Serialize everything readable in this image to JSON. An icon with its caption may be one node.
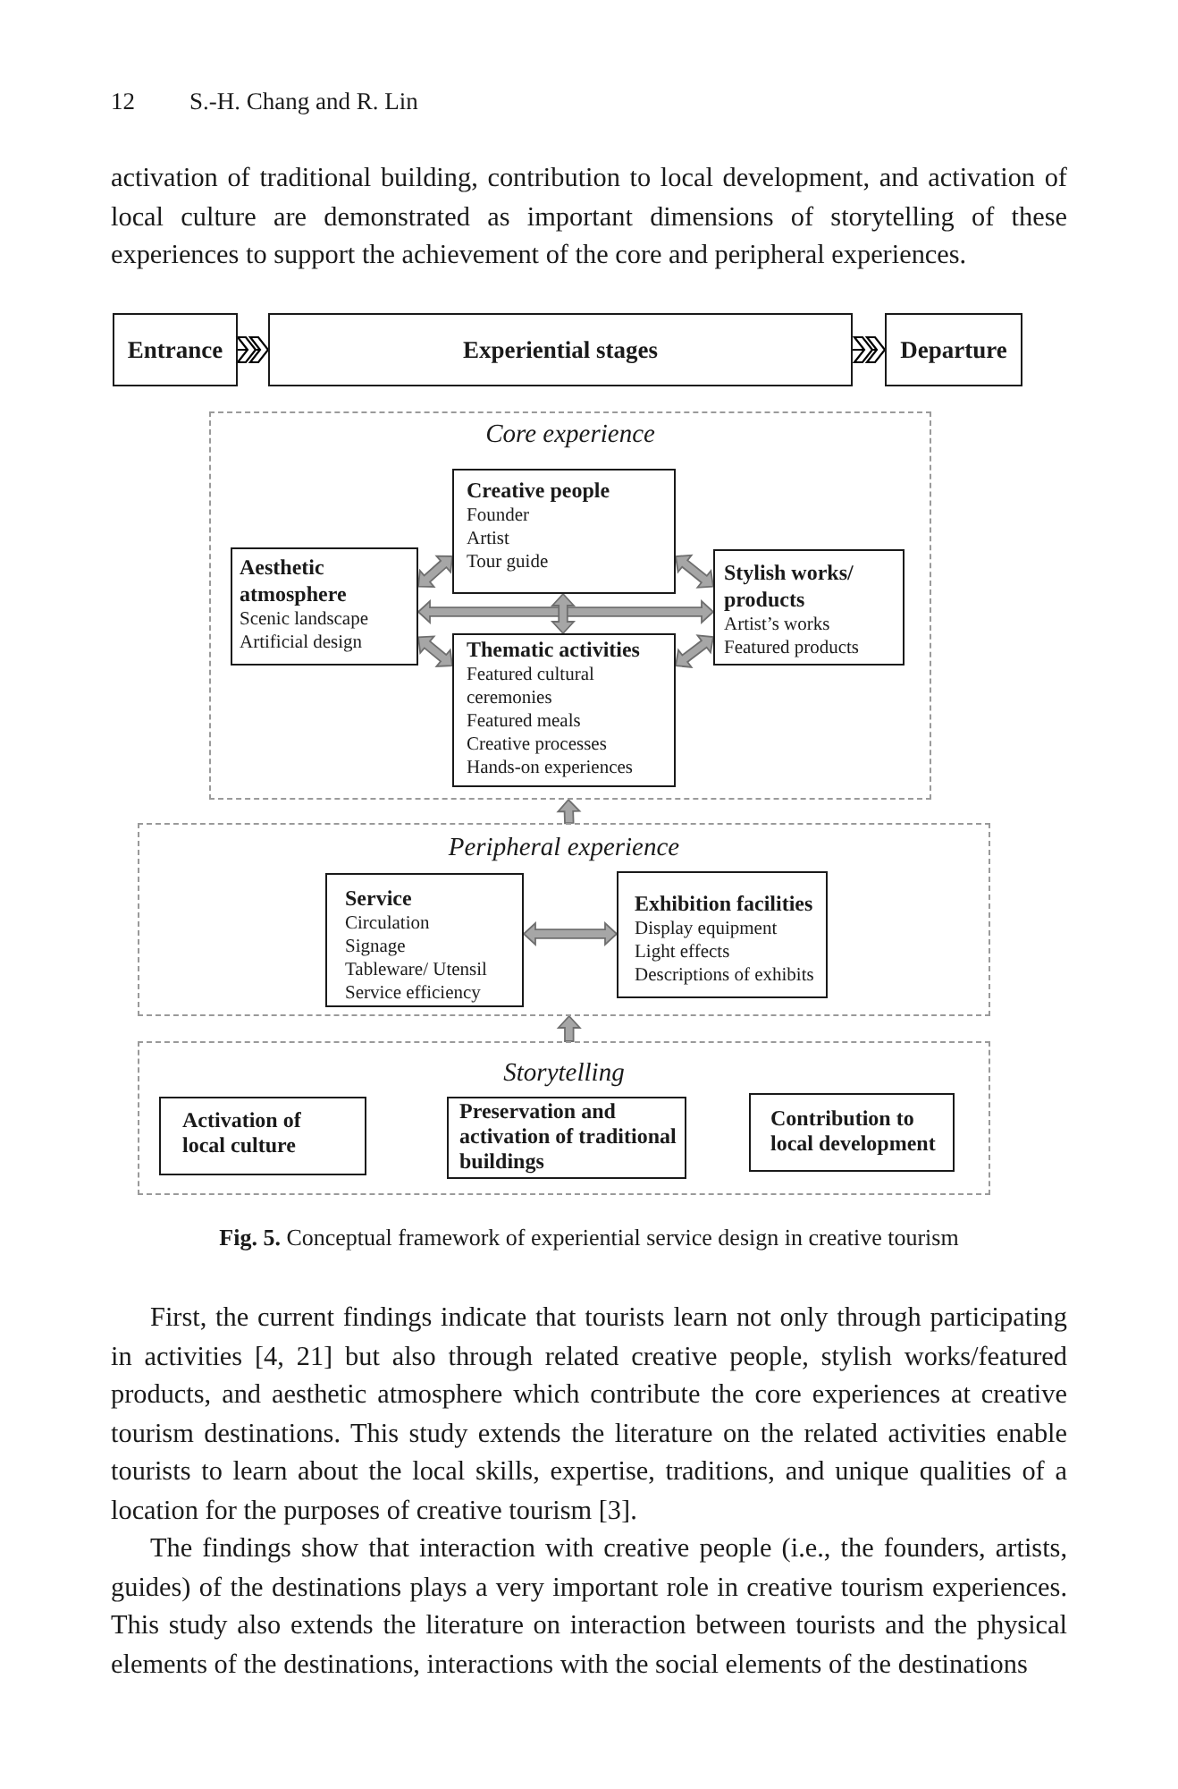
{
  "diagram": {
    "caption": "**Fig. 5.** Conceptual framework of experiential service design in creative tourism",
    "nodes": [
      {
        "text": [
          "Entrance"
        ]
      },
      {
        "text": [
          "Experiential stages"
        ]
      },
      {
        "text": [
          "Departure"
        ]
      },
      {
        "text": [
          "Core experience"
        ]
      },
      {
        "text": [
          "Creative people",
          "Founder",
          "Artist",
          "Tour guide"
        ],
        "in": 3
      },
      {
        "text": [
          "Aesthetic atmosphere",
          "Scenic landscape",
          "Artificial design"
        ],
        "in": 3
      },
      {
        "text": [
          "Stylish works/ products",
          "Artist’s works",
          "Featured products"
        ],
        "in": 3
      },
      {
        "text": [
          "Thematic activities",
          "Featured cultural ceremonies",
          "Featured meals",
          "Creative processes",
          "Hands-on experiences"
        ],
        "in": 3
      },
      {
        "text": [
          "Peripheral experience"
        ]
      },
      {
        "text": [
          "Service",
          "Circulation",
          "Signage",
          "Tableware/ Utensil",
          "Service efficiency"
        ],
        "in": 8
      },
      {
        "text": [
          "Exhibition facilities",
          "Display equipment",
          "Light effects",
          "Descriptions of exhibits"
        ],
        "in": 8
      },
      {
        "text": [
          "Storytelling"
        ]
      },
      {
        "text": [
          "Activation of local culture"
        ],
        "in": 11
      },
      {
        "text": [
          "Preservation and activation of traditional buildings"
        ],
        "in": 11
      },
      {
        "text": [
          "Contribution to local development"
        ],
        "in": 11
      }
    ],
    "edges": [
      {
        "from": 0,
        "to": 1,
        "arrow": "to",
        "color": "#000000"
      },
      {
        "from": 1,
        "to": 2,
        "arrow": "to",
        "color": "#000000"
      },
      {
        "from": 4,
        "to": 5,
        "arrow": "both"
      },
      {
        "from": 4,
        "to": 6,
        "arrow": "both"
      },
      {
        "from": 5,
        "to": 6,
        "arrow": "both"
      },
      {
        "from": 4,
        "to": 7,
        "arrow": "both"
      },
      {
        "from": 5,
        "to": 7,
        "arrow": "both"
      },
      {
        "from": 6,
        "to": 7,
        "arrow": "both"
      },
      {
        "from": 9,
        "to": 10,
        "arrow": "both"
      },
      {
        "from": 8,
        "to": 3,
        "arrow": "to"
      },
      {
        "from": 11,
        "to": 8,
        "arrow": "to"
      }
    ],
    "labels": [
      "12",
      "S.-H. Chang and R. Lin",
      "activation of traditional building, contribution to local development, and activation of local culture are demonstrated as important dimensions of storytelling of these experiences to support the achievement of the core and peripheral experiences.",
      "First, the current findings indicate that tourists learn not only through participating in activities [4, 21] but also through related creative people, stylish works/featured products, and aesthetic atmosphere which contribute the core experiences at creative tourism destinations. This study extends the literature on the related activities enable tourists to learn about the local skills, expertise, traditions, and unique qualities of a location for the purposes of creative tourism [3].",
      "The findings show that interaction with creative people (i.e., the founders, artists, guides) of the destinations plays a very important role in creative tourism experiences. This study also extends the literature on interaction between tourists and the physical elements of the destinations, interactions with the social elements of the destinations"
    ]
  }
}
